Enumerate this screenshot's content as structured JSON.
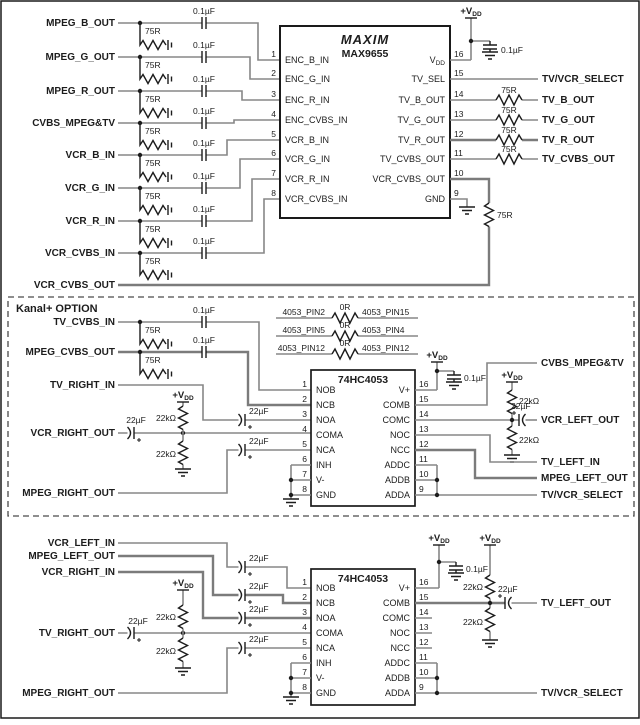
{
  "colors": {
    "wire": "#878787",
    "ink": "#1c1c1c",
    "background": "#ffffff"
  },
  "values": {
    "c100n": "0.1µF",
    "c22u": "22µF",
    "r75": "75R",
    "r22k": "22kΩ",
    "r0": "0R",
    "vdd_prefix": "+V",
    "v_prefix": "V",
    "vdd_sub": "DD"
  },
  "max9655": {
    "brand": "MAXIM",
    "part": "MAX9655",
    "pins_left": [
      {
        "n": "1",
        "name": "ENC_B_IN"
      },
      {
        "n": "2",
        "name": "ENC_G_IN"
      },
      {
        "n": "3",
        "name": "ENC_R_IN"
      },
      {
        "n": "4",
        "name": "ENC_CVBS_IN"
      },
      {
        "n": "5",
        "name": "VCR_B_IN"
      },
      {
        "n": "6",
        "name": "VCR_G_IN"
      },
      {
        "n": "7",
        "name": "VCR_R_IN"
      },
      {
        "n": "8",
        "name": "VCR_CVBS_IN"
      }
    ],
    "pins_right": [
      {
        "n": "16",
        "name": "VDD"
      },
      {
        "n": "15",
        "name": "TV_SEL"
      },
      {
        "n": "14",
        "name": "TV_B_OUT"
      },
      {
        "n": "13",
        "name": "TV_G_OUT"
      },
      {
        "n": "12",
        "name": "TV_R_OUT"
      },
      {
        "n": "11",
        "name": "TV_CVBS_OUT"
      },
      {
        "n": "10",
        "name": "VCR_CVBS_OUT"
      },
      {
        "n": "9",
        "name": "GND"
      }
    ]
  },
  "hc4053": {
    "part": "74HC4053",
    "pins_left": [
      {
        "n": "1",
        "name": "NOB"
      },
      {
        "n": "2",
        "name": "NCB"
      },
      {
        "n": "3",
        "name": "NOA"
      },
      {
        "n": "4",
        "name": "COMA"
      },
      {
        "n": "5",
        "name": "NCA"
      },
      {
        "n": "6",
        "name": "INH"
      },
      {
        "n": "7",
        "name": "V-"
      },
      {
        "n": "8",
        "name": "GND"
      }
    ],
    "pins_right": [
      {
        "n": "16",
        "name": "V+"
      },
      {
        "n": "15",
        "name": "COMB"
      },
      {
        "n": "14",
        "name": "COMC"
      },
      {
        "n": "13",
        "name": "NOC"
      },
      {
        "n": "12",
        "name": "NCC"
      },
      {
        "n": "11",
        "name": "ADDC"
      },
      {
        "n": "10",
        "name": "ADDB"
      },
      {
        "n": "9",
        "name": "ADDA"
      }
    ]
  },
  "top_section": {
    "inputs": [
      "MPEG_B_OUT",
      "MPEG_G_OUT",
      "MPEG_R_OUT",
      "CVBS_MPEG&TV",
      "VCR_B_IN",
      "VCR_G_IN",
      "VCR_R_IN",
      "VCR_CVBS_IN"
    ],
    "vcr_cvbs_out": "VCR_CVBS_OUT",
    "select": "TV/VCR_SELECT",
    "outputs": [
      "TV_B_OUT",
      "TV_G_OUT",
      "TV_R_OUT",
      "TV_CVBS_OUT"
    ]
  },
  "kanal_section": {
    "title": "Kanal+ OPTION",
    "inputs_cvbs": [
      "TV_CVBS_IN",
      "MPEG_CVBS_OUT"
    ],
    "jumpers": [
      {
        "from": "4053_PIN2",
        "to": "4053_PIN15"
      },
      {
        "from": "4053_PIN5",
        "to": "4053_PIN4"
      },
      {
        "from": "4053_PIN12",
        "to": "4053_PIN12"
      }
    ],
    "inputs_audio": [
      "TV_RIGHT_IN",
      "VCR_RIGHT_OUT",
      "MPEG_RIGHT_OUT"
    ],
    "outputs": [
      "CVBS_MPEG&TV",
      "VCR_LEFT_OUT",
      "TV_LEFT_IN",
      "MPEG_LEFT_OUT",
      "TV/VCR_SELECT"
    ]
  },
  "bottom_section": {
    "inputs": [
      "VCR_LEFT_IN",
      "MPEG_LEFT_OUT",
      "VCR_RIGHT_IN",
      "TV_RIGHT_OUT",
      "MPEG_RIGHT_OUT"
    ],
    "outputs": [
      "TV_LEFT_OUT",
      "TV/VCR_SELECT"
    ]
  }
}
